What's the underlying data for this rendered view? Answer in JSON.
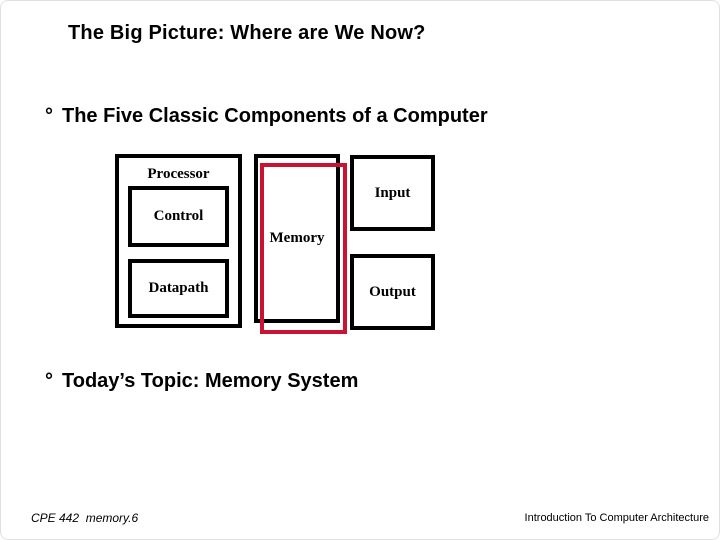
{
  "slide": {
    "title": "The Big Picture: Where are We Now?",
    "bullets": [
      {
        "marker": "°",
        "text": "The Five Classic Components of a Computer"
      },
      {
        "marker": "°",
        "text": "Today’s Topic: Memory System"
      }
    ],
    "diagram": {
      "processor_label": "Processor",
      "control_label": "Control",
      "datapath_label": "Datapath",
      "memory_label": "Memory",
      "input_label": "Input",
      "output_label": "Output",
      "box_border_color": "#000000",
      "highlight_color": "#c81432"
    },
    "footer": {
      "left": "CPE 442  memory.6",
      "right": "Introduction To Computer Architecture"
    }
  }
}
